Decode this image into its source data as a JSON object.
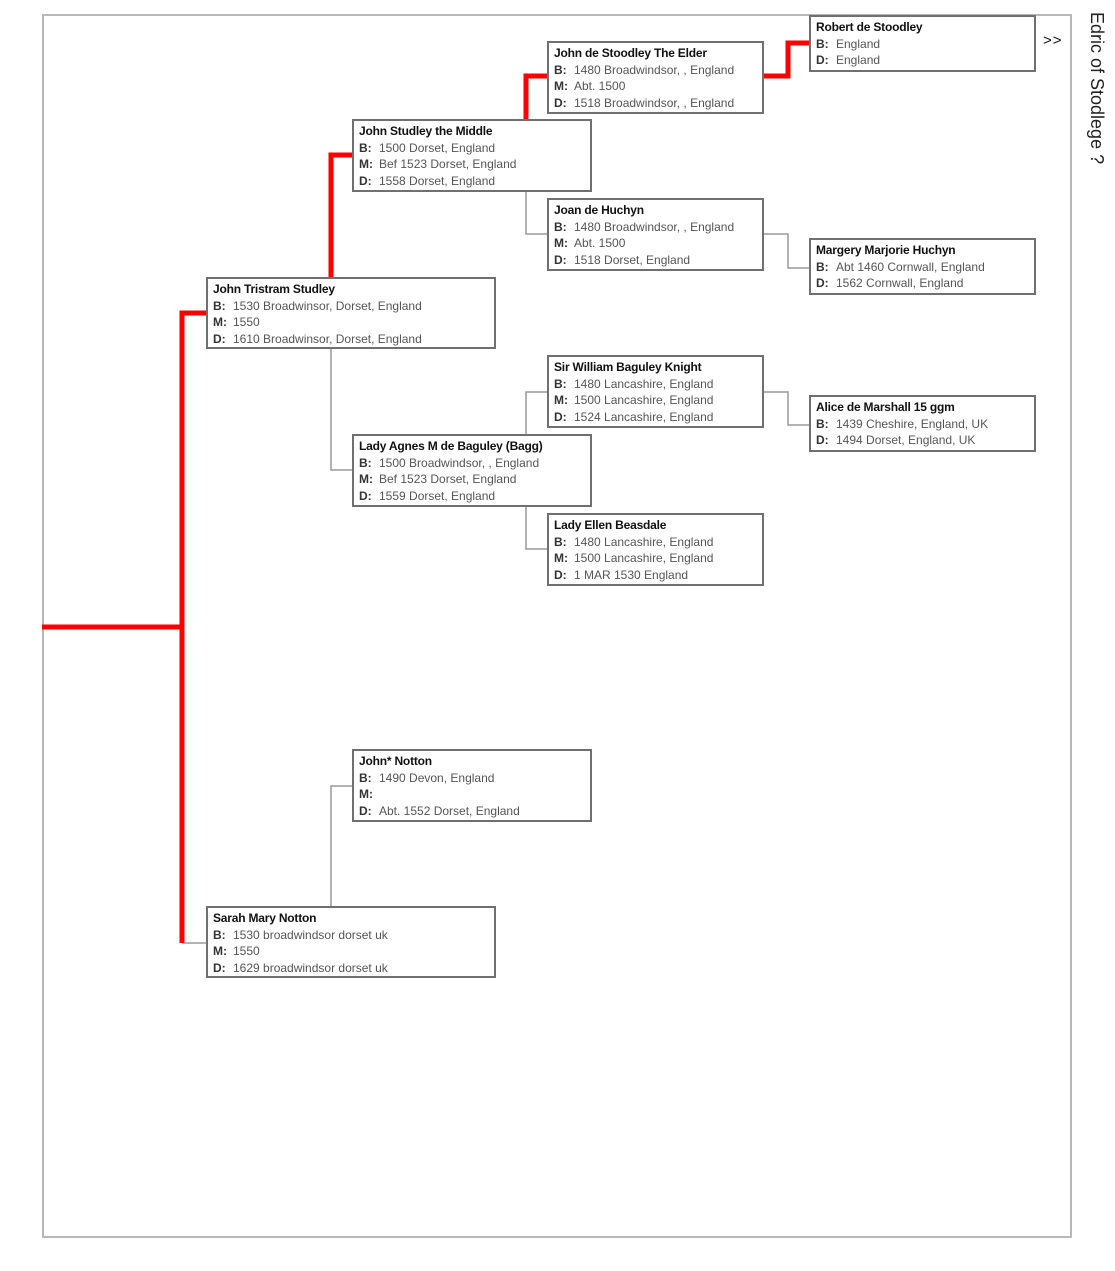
{
  "side_title": "Edric of Stodlege ?",
  "more_label": ">>",
  "people": {
    "john_tristram": {
      "name": "John Tristram Studley",
      "b_label": "B:",
      "b": "1530 Broadwinsor, Dorset, England",
      "m_label": "M:",
      "m": "1550",
      "d_label": "D:",
      "d": "1610 Broadwinsor, Dorset, England"
    },
    "sarah_notton": {
      "name": "Sarah Mary Notton",
      "b_label": "B:",
      "b": "1530 broadwindsor dorset uk",
      "m_label": "M:",
      "m": "1550",
      "d_label": "D:",
      "d": "1629 broadwindsor dorset uk"
    },
    "john_middle": {
      "name": "John Studley the Middle",
      "b_label": "B:",
      "b": "1500 Dorset, England",
      "m_label": "M:",
      "m": "Bef 1523 Dorset, England",
      "d_label": "D:",
      "d": "1558 Dorset, England"
    },
    "agnes_baguley": {
      "name": "Lady Agnes M de Baguley (Bagg)",
      "b_label": "B:",
      "b": "1500 Broadwindsor, , England",
      "m_label": "M:",
      "m": "Bef 1523 Dorset, England",
      "d_label": "D:",
      "d": "1559 Dorset, England"
    },
    "john_notton": {
      "name": "John* Notton",
      "b_label": "B:",
      "b": "1490 Devon, England",
      "m_label": "M:",
      "m": "",
      "d_label": "D:",
      "d": "Abt. 1552 Dorset, England"
    },
    "john_elder": {
      "name": "John de Stoodley The Elder",
      "b_label": "B:",
      "b": "1480 Broadwindsor, , England",
      "m_label": "M:",
      "m": "Abt. 1500",
      "d_label": "D:",
      "d": "1518 Broadwindsor, , England"
    },
    "joan_huchyn": {
      "name": "Joan de Huchyn",
      "b_label": "B:",
      "b": "1480 Broadwindsor, , England",
      "m_label": "M:",
      "m": "Abt. 1500",
      "d_label": "D:",
      "d": "1518 Dorset, England"
    },
    "william_baguley": {
      "name": "Sir William Baguley Knight",
      "b_label": "B:",
      "b": "1480 Lancashire, England",
      "m_label": "M:",
      "m": "1500 Lancashire, England",
      "d_label": "D:",
      "d": "1524 Lancashire, England"
    },
    "ellen_beasdale": {
      "name": "Lady Ellen Beasdale",
      "b_label": "B:",
      "b": "1480 Lancashire, England",
      "m_label": "M:",
      "m": "1500 Lancashire, England",
      "d_label": "D:",
      "d": "1 MAR 1530 England"
    },
    "robert_stoodley": {
      "name": "Robert de Stoodley",
      "b_label": "B:",
      "b": "England",
      "d_label": "D:",
      "d": "England"
    },
    "margery_huchyn": {
      "name": "Margery Marjorie Huchyn",
      "b_label": "B:",
      "b": "Abt 1460 Cornwall, England",
      "d_label": "D:",
      "d": "1562 Cornwall, England"
    },
    "alice_marshall": {
      "name": "Alice de Marshall 15 ggm",
      "b_label": "B:",
      "b": "1439 Cheshire, England, UK",
      "d_label": "D:",
      "d": "1494 Dorset, England, UK"
    }
  },
  "colors": {
    "direct_line": "#ff0000",
    "connector": "#9a9a9a",
    "box_border": "#707070",
    "frame": "#b8b8b8"
  }
}
